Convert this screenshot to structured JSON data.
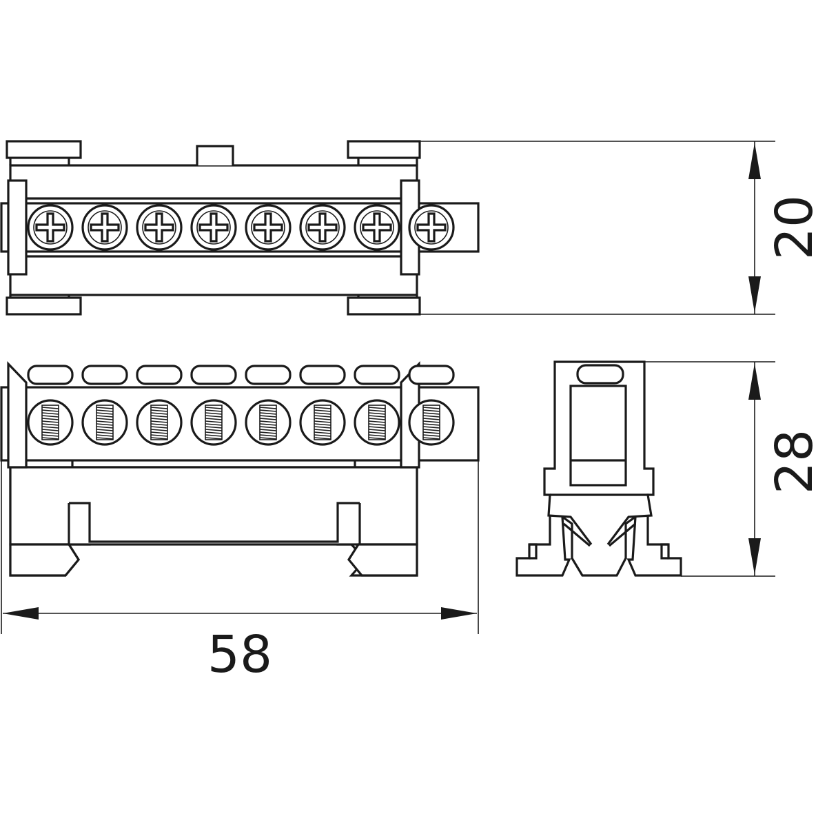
{
  "colors": {
    "line": "#1a1a1a",
    "background": "#ffffff"
  },
  "dimensions": {
    "height_top_view": "20",
    "height_side_view": "28",
    "length": "58"
  },
  "terminal_count": 8
}
